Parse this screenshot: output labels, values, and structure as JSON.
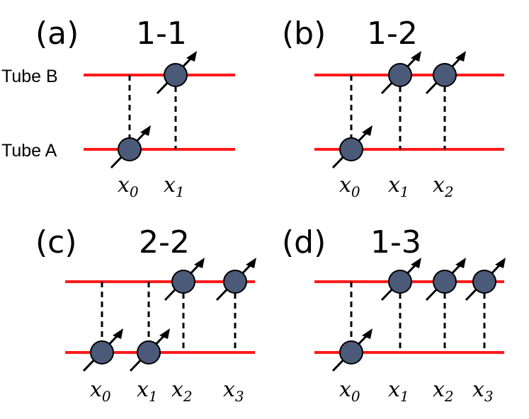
{
  "tube_labels": {
    "top": "Tube B",
    "bottom": "Tube A"
  },
  "panels": [
    {
      "letter": "(a)",
      "title": "1-1",
      "sites": [
        {
          "var": "x",
          "sub": "0",
          "spin_tube": "A"
        },
        {
          "var": "x",
          "sub": "1",
          "spin_tube": "B"
        }
      ]
    },
    {
      "letter": "(b)",
      "title": "1-2",
      "sites": [
        {
          "var": "x",
          "sub": "0",
          "spin_tube": "A"
        },
        {
          "var": "x",
          "sub": "1",
          "spin_tube": "B"
        },
        {
          "var": "x",
          "sub": "2",
          "spin_tube": "B"
        }
      ]
    },
    {
      "letter": "(c)",
      "title": "2-2",
      "sites": [
        {
          "var": "x",
          "sub": "0",
          "spin_tube": "A"
        },
        {
          "var": "x",
          "sub": "1",
          "spin_tube": "A"
        },
        {
          "var": "x",
          "sub": "2",
          "spin_tube": "B"
        },
        {
          "var": "x",
          "sub": "3",
          "spin_tube": "B"
        }
      ]
    },
    {
      "letter": "(d)",
      "title": "1-3",
      "sites": [
        {
          "var": "x",
          "sub": "0",
          "spin_tube": "A"
        },
        {
          "var": "x",
          "sub": "1",
          "spin_tube": "B"
        },
        {
          "var": "x",
          "sub": "2",
          "spin_tube": "B"
        },
        {
          "var": "x",
          "sub": "3",
          "spin_tube": "B"
        }
      ]
    }
  ],
  "colors": {
    "tube": "#ff1a1a",
    "spin": "#4a5a78"
  }
}
